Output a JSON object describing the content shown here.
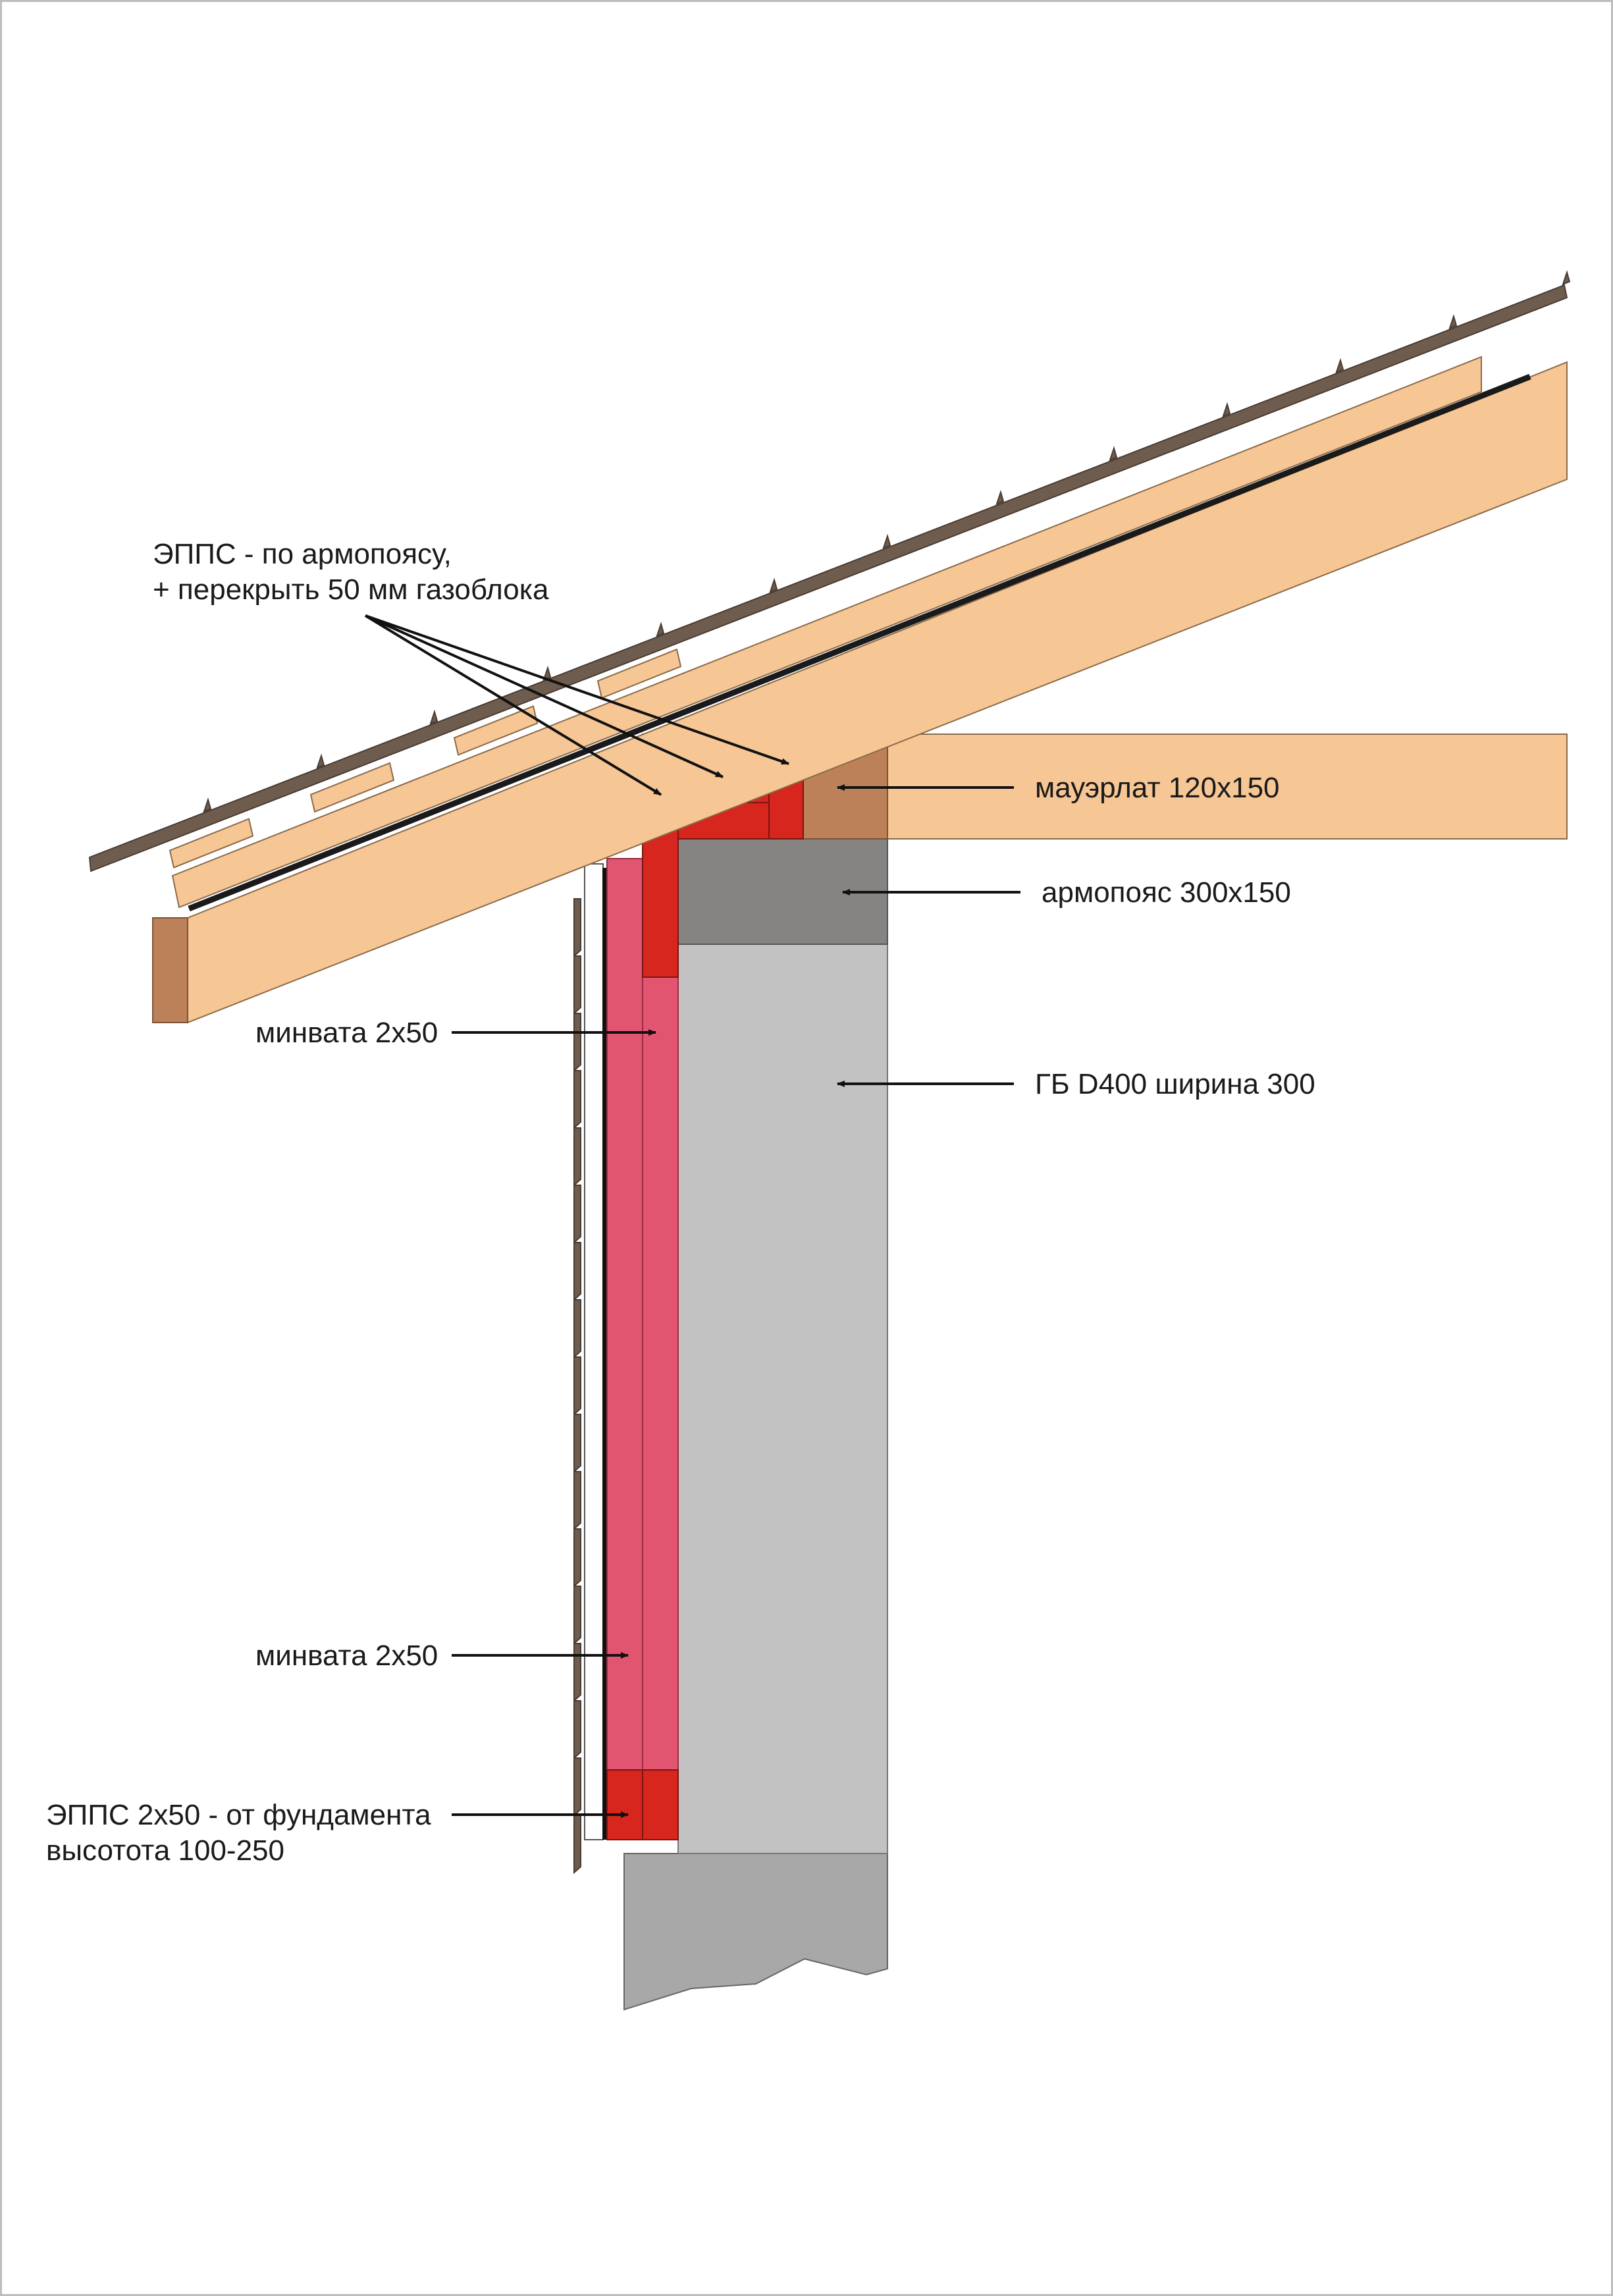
{
  "labels": {
    "epps_top_1": "ЭППС - по армопоясу,",
    "epps_top_2": "+ перекрыть 50 мм газоблока",
    "mauerlat": "мауэрлат 120х150",
    "armopoyas": "армопояс 300х150",
    "minvata_upper": "минвата 2х50",
    "gb": "ГБ D400 ширина 300",
    "minvata_lower": "минвата 2х50",
    "epps_bottom_1": "ЭППС 2х50 - от фундамента",
    "epps_bottom_2": "высотота 100-250"
  },
  "colors": {
    "wood": "#f6c694",
    "wood_dark": "#bd8159",
    "shingle": "#6e5c4e",
    "epps": "#d7261e",
    "minvata": "#e25570",
    "armopoyas": "#858482",
    "gas_block": "#c2c2c2",
    "foundation": "#a8a8a8",
    "line": "#111111"
  }
}
